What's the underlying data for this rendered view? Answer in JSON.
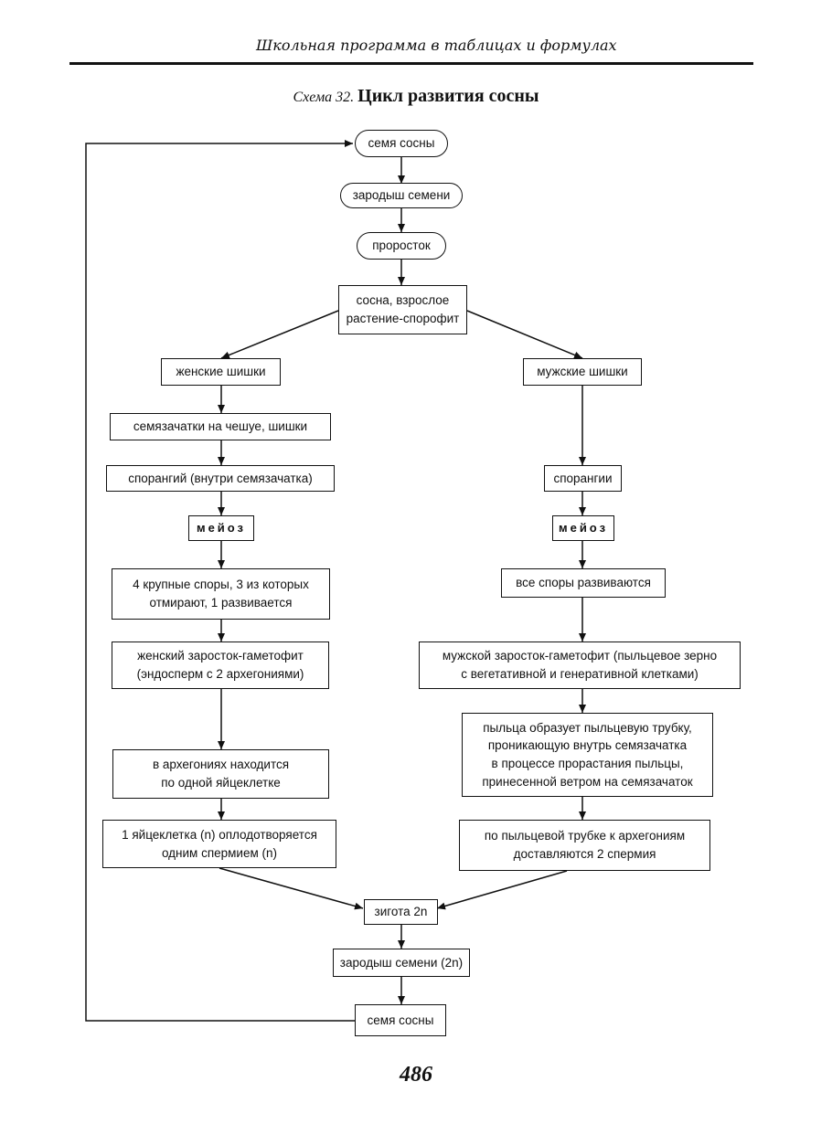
{
  "header": {
    "running_title": "Школьная программа в таблицах и формулах",
    "scheme_label": "Схема 32.",
    "scheme_title": "Цикл развития  сосны"
  },
  "nodes": {
    "seed_top": "семя сосны",
    "embryo_top": "зародыш семени",
    "sprout": "проросток",
    "sporophyte": "сосна, взрослое\nрастение-спорофит",
    "female_cones": "женские шишки",
    "male_cones": "мужские шишки",
    "ovules": "семязачатки на чешуе, шишки",
    "sporangium_f": "спорангий (внутри семязачатка)",
    "sporangia_m": "спорангии",
    "meiosis_f": "мейоз",
    "meiosis_m": "мейоз",
    "spores_f": "4 крупные споры, 3 из которых\nотмирают, 1 развивается",
    "spores_m": "все споры развиваются",
    "gametophyte_f": "женский заросток-гаметофит\n(эндосперм с 2 архегониями)",
    "gametophyte_m": "мужской заросток-гаметофит (пыльцевое зерно\nс вегетативной и генеративной клетками)",
    "archegonia": "в архегониях находится\nпо одной яйцеклетке",
    "pollen_tube": "пыльца образует пыльцевую трубку,\nпроникающую внутрь семязачатка\nв процессе прорастания пыльцы,\nпринесенной ветром на семязачаток",
    "fertilization": "1 яйцеклетка (n) оплодотворяется\nодним спермием (n)",
    "sperm_delivery": "по пыльцевой трубке к архегониям\nдоставляются 2 спермия",
    "zygote": "зигота 2n",
    "embryo_bottom": "зародыш семени (2n)",
    "seed_bottom": "семя сосны"
  },
  "page_number": "486"
}
